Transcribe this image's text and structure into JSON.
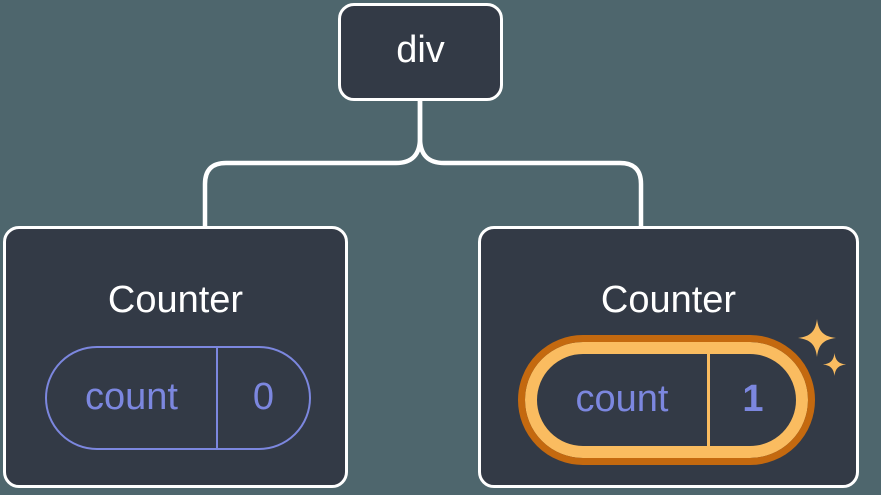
{
  "colors": {
    "background": "#4E666D",
    "node_fill": "#333A46",
    "line": "#FFFFFF",
    "state": "#7C87DF",
    "highlight_dark": "#C4690F",
    "highlight_light": "#FABC60"
  },
  "tree": {
    "root": {
      "label": "div"
    },
    "children": [
      {
        "title": "Counter",
        "state_key": "count",
        "state_value": "0",
        "highlighted": false
      },
      {
        "title": "Counter",
        "state_key": "count",
        "state_value": "1",
        "highlighted": true
      }
    ]
  }
}
